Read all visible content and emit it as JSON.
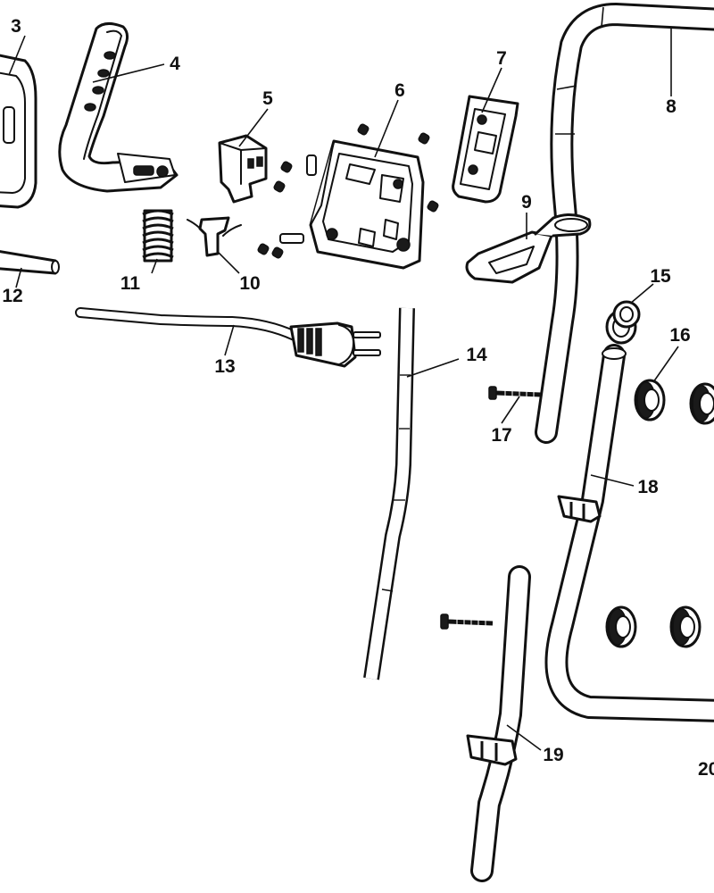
{
  "callouts": {
    "p3": "3",
    "p4": "4",
    "p5": "5",
    "p6": "6",
    "p7": "7",
    "p8": "8",
    "p9": "9",
    "p10": "10",
    "p11": "11",
    "p12": "12",
    "p13": "13",
    "p14": "14",
    "p15": "15",
    "p16": "16",
    "p17": "17",
    "p18": "18",
    "p19": "19",
    "p20": "20"
  }
}
